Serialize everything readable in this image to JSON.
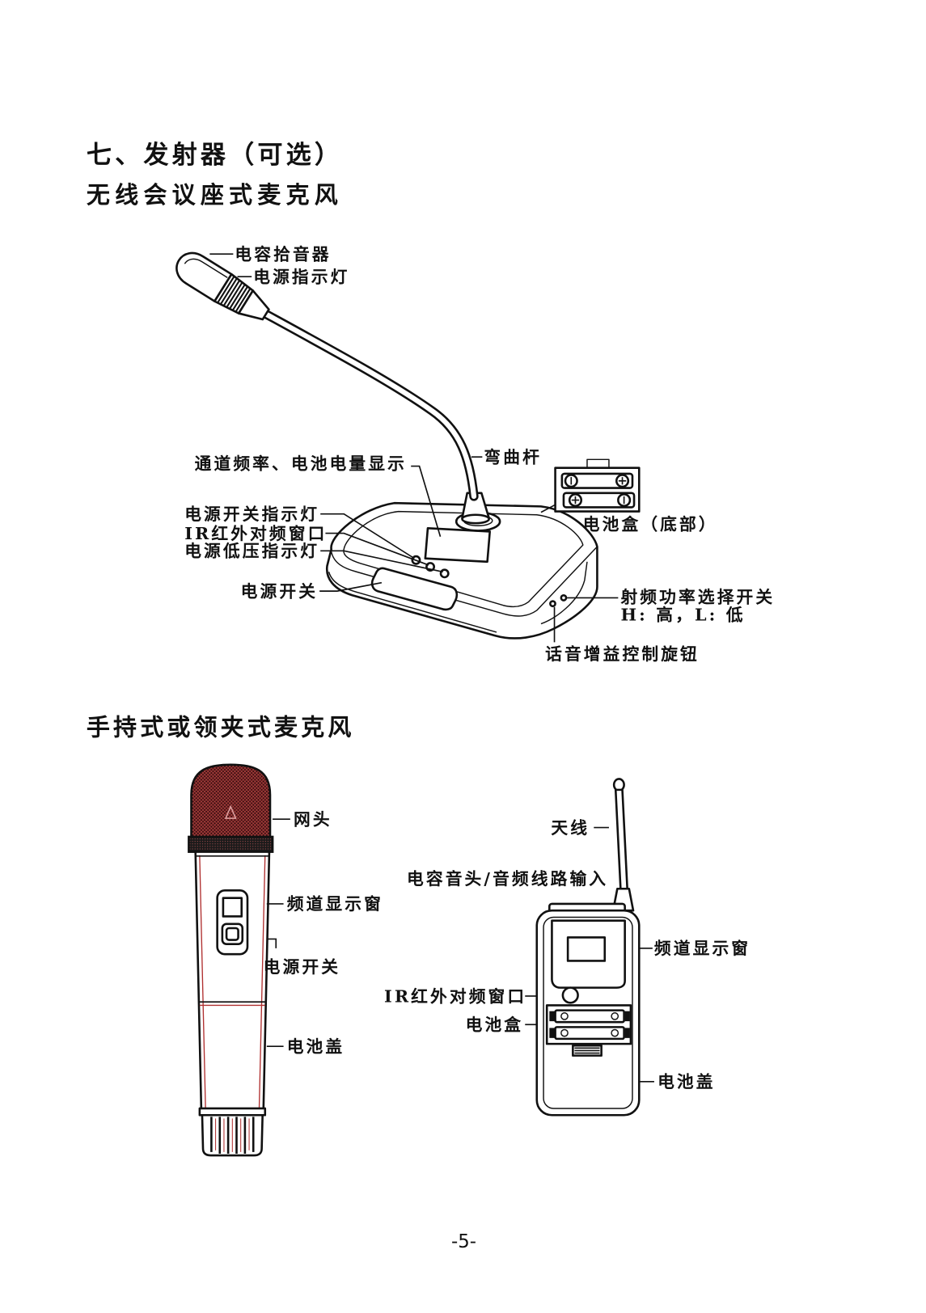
{
  "section_title": "七、发射器（可选）",
  "conference_mic": {
    "title": "无线会议座式麦克风",
    "labels": {
      "capsule": "电容拾音器",
      "power_indicator": "电源指示灯",
      "gooseneck": "弯曲杆",
      "display": "通道频率、电池电量显示",
      "power_switch_indicator": "电源开关指示灯",
      "ir_window": "IR红外对频窗口",
      "low_voltage_indicator": "电源低压指示灯",
      "battery_box": "电池盒（底部）",
      "power_switch": "电源开关",
      "rf_power_switch": "射频功率选择开关",
      "rf_power_levels": "H: 高，L: 低",
      "gain_knob": "话音增益控制旋钮"
    }
  },
  "portable_mics": {
    "title": "手持式或领夹式麦克风",
    "handheld": {
      "grille": "网头",
      "display_window": "频道显示窗",
      "power_switch": "电源开关",
      "battery_cover": "电池盖"
    },
    "bodypack": {
      "antenna": "天线",
      "input": "电容音头/音频线路输入",
      "display_window": "频道显示窗",
      "ir_window": "IR红外对频窗口",
      "battery_box": "电池盒",
      "battery_cover": "电池盖"
    }
  },
  "page_number": "-5-"
}
